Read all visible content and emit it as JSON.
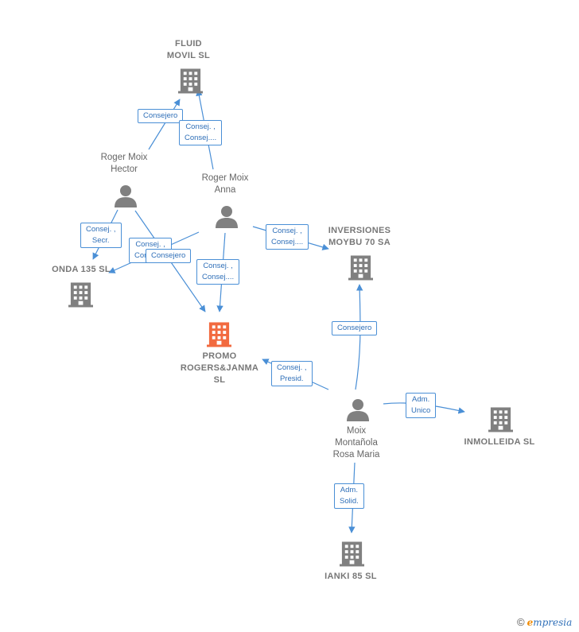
{
  "colors": {
    "edge": "#4a8fd6",
    "node": "#808080",
    "focus": "#f26a3f"
  },
  "companies": {
    "fluid": {
      "line1": "FLUID",
      "line2": "MOVIL SL"
    },
    "inversiones": {
      "line1": "INVERSIONES",
      "line2": "MOYBU 70 SA"
    },
    "onda": {
      "line1": "ONDA 135 SL"
    },
    "promo": {
      "line1": "PROMO",
      "line2": "ROGERS&JANMA",
      "line3": "SL"
    },
    "inmolleida": {
      "line1": "INMOLLEIDA SL"
    },
    "ianki": {
      "line1": "IANKI 85 SL"
    }
  },
  "persons": {
    "hector": {
      "line1": "Roger Moix",
      "line2": "Hector"
    },
    "anna": {
      "line1": "Roger Moix",
      "line2": "Anna"
    },
    "rosa": {
      "line1": "Moix",
      "line2": "Montañola",
      "line3": "Rosa Maria"
    }
  },
  "edges": {
    "hector_fluid": {
      "line1": "Consejero"
    },
    "anna_fluid": {
      "line1": "Consej. ,",
      "line2": "Consej...."
    },
    "hector_onda": {
      "line1": "Consej. ,",
      "line2": "Secr."
    },
    "anna_onda": {
      "line1": "Consej. ,",
      "line2": "Consej...."
    },
    "hector_promo": {
      "line1": "Consejero"
    },
    "anna_promo": {
      "line1": "Consej. ,",
      "line2": "Consej...."
    },
    "anna_inversiones": {
      "line1": "Consej. ,",
      "line2": "Consej...."
    },
    "rosa_inversiones": {
      "line1": "Consejero"
    },
    "rosa_promo": {
      "line1": "Consej. ,",
      "line2": "Presid."
    },
    "rosa_inmolleida": {
      "line1": "Adm.",
      "line2": "Unico"
    },
    "rosa_ianki": {
      "line1": "Adm.",
      "line2": "Solid."
    }
  },
  "footer": {
    "copyright": "©",
    "brand_initial": "e",
    "brand_rest": "mpresia"
  }
}
